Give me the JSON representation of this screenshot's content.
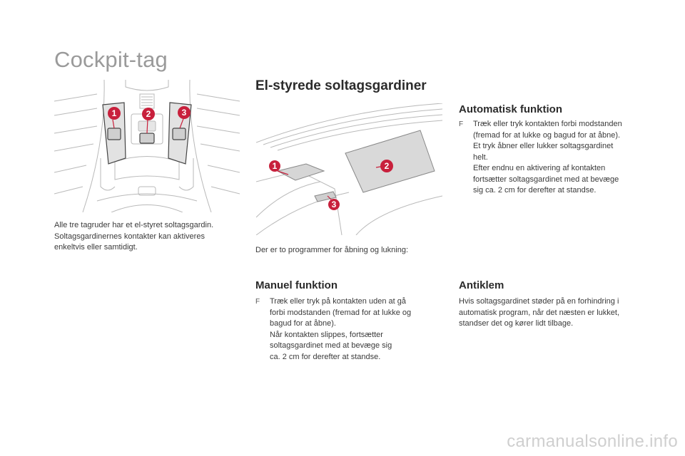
{
  "page_title": "Cockpit-tag",
  "section_title": "El-styrede soltagsgardiner",
  "left_figure": {
    "badges": [
      "1",
      "2",
      "3"
    ]
  },
  "right_figure": {
    "badges": [
      "1",
      "2",
      "3"
    ]
  },
  "intro_text": "Alle tre tagruder har et el-styret soltagsgardin.\nSoltagsgardinernes kontakter kan aktiveres\nenkeltvis eller samtidigt.",
  "programs_text": "Der er to programmer for åbning og lukning:",
  "automatic": {
    "title": "Automatisk funktion",
    "bullet_glyph": "F",
    "text": "Træk eller tryk kontakten forbi modstanden\n(fremad for at lukke og bagud for at åbne).\nEt tryk åbner eller lukker soltagsgardinet\nhelt.\nEfter endnu en aktivering af kontakten\nfortsætter soltagsgardinet med at bevæge\nsig ca. 2 cm for derefter at standse."
  },
  "manual": {
    "title": "Manuel funktion",
    "bullet_glyph": "F",
    "text": "Træk eller tryk på kontakten uden at gå\nforbi modstanden (fremad for at lukke og\nbagud for at åbne).\nNår kontakten slippes, fortsætter\nsoltagsgardinet med at bevæge sig\nca. 2 cm for derefter at standse."
  },
  "antiklem": {
    "title": "Antiklem",
    "text": "Hvis soltagsgardinet støder på en forhindring i\nautomatisk program, når det næsten er lukket,\nstandser det og kører lidt tilbage."
  },
  "watermark": "carmanualsonline.info",
  "colors": {
    "badge": "#c8203c",
    "title_gray": "#9a9a9a",
    "text": "#3a3a3a"
  }
}
